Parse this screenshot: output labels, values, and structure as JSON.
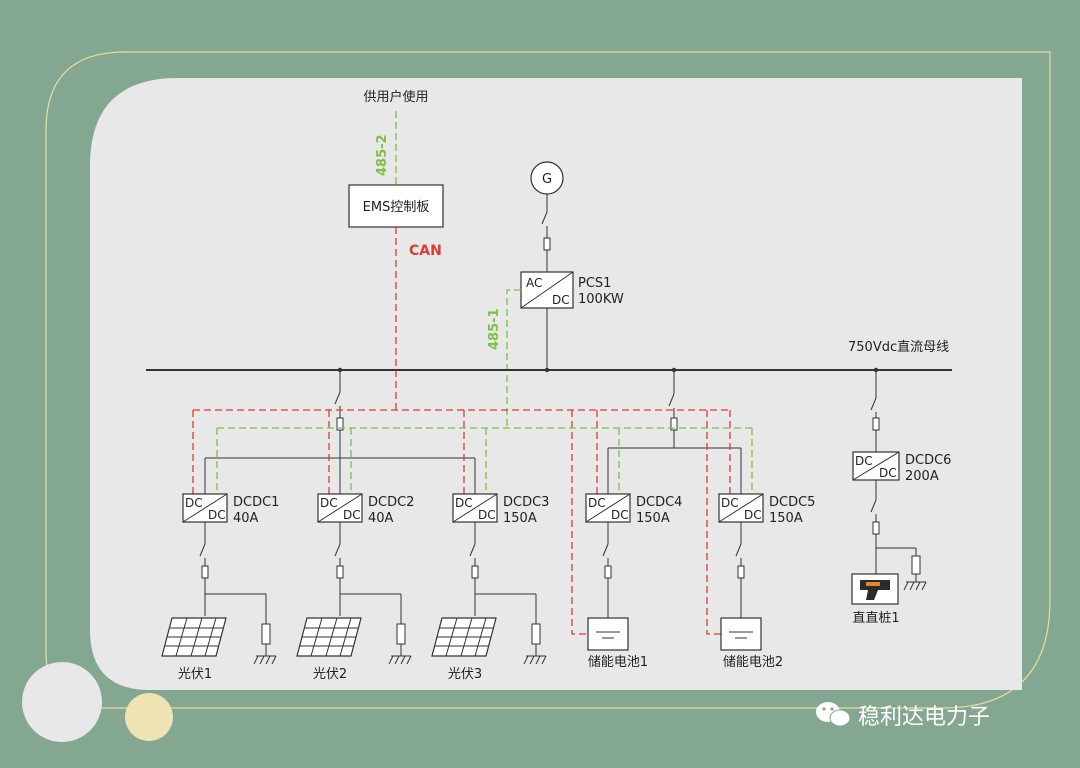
{
  "user_use": "供用户使用",
  "link_485_2": "485-2",
  "ems": "EMS控制板",
  "can": "CAN",
  "generator": "G",
  "pcs": {
    "ac": "AC",
    "dc": "DC",
    "name": "PCS1",
    "rating": "100KW"
  },
  "link_485_1": "485-1",
  "bus": "750Vdc直流母线",
  "converters": [
    {
      "in": "DC",
      "out": "DC",
      "name": "DCDC1",
      "rating": "40A"
    },
    {
      "in": "DC",
      "out": "DC",
      "name": "DCDC2",
      "rating": "40A"
    },
    {
      "in": "DC",
      "out": "DC",
      "name": "DCDC3",
      "rating": "150A"
    },
    {
      "in": "DC",
      "out": "DC",
      "name": "DCDC4",
      "rating": "150A"
    },
    {
      "in": "DC",
      "out": "DC",
      "name": "DCDC5",
      "rating": "150A"
    },
    {
      "in": "DC",
      "out": "DC",
      "name": "DCDC6",
      "rating": "200A"
    }
  ],
  "pv": [
    "光伏1",
    "光伏2",
    "光伏3"
  ],
  "batteries": [
    "储能电池1",
    "储能电池2"
  ],
  "charger": "直直桩1",
  "watermark": "稳利达电力子",
  "colors": {
    "background": "#84a791",
    "panel": "#e8e8e8",
    "can": "#e03a32",
    "rs485": "#7cc142"
  }
}
